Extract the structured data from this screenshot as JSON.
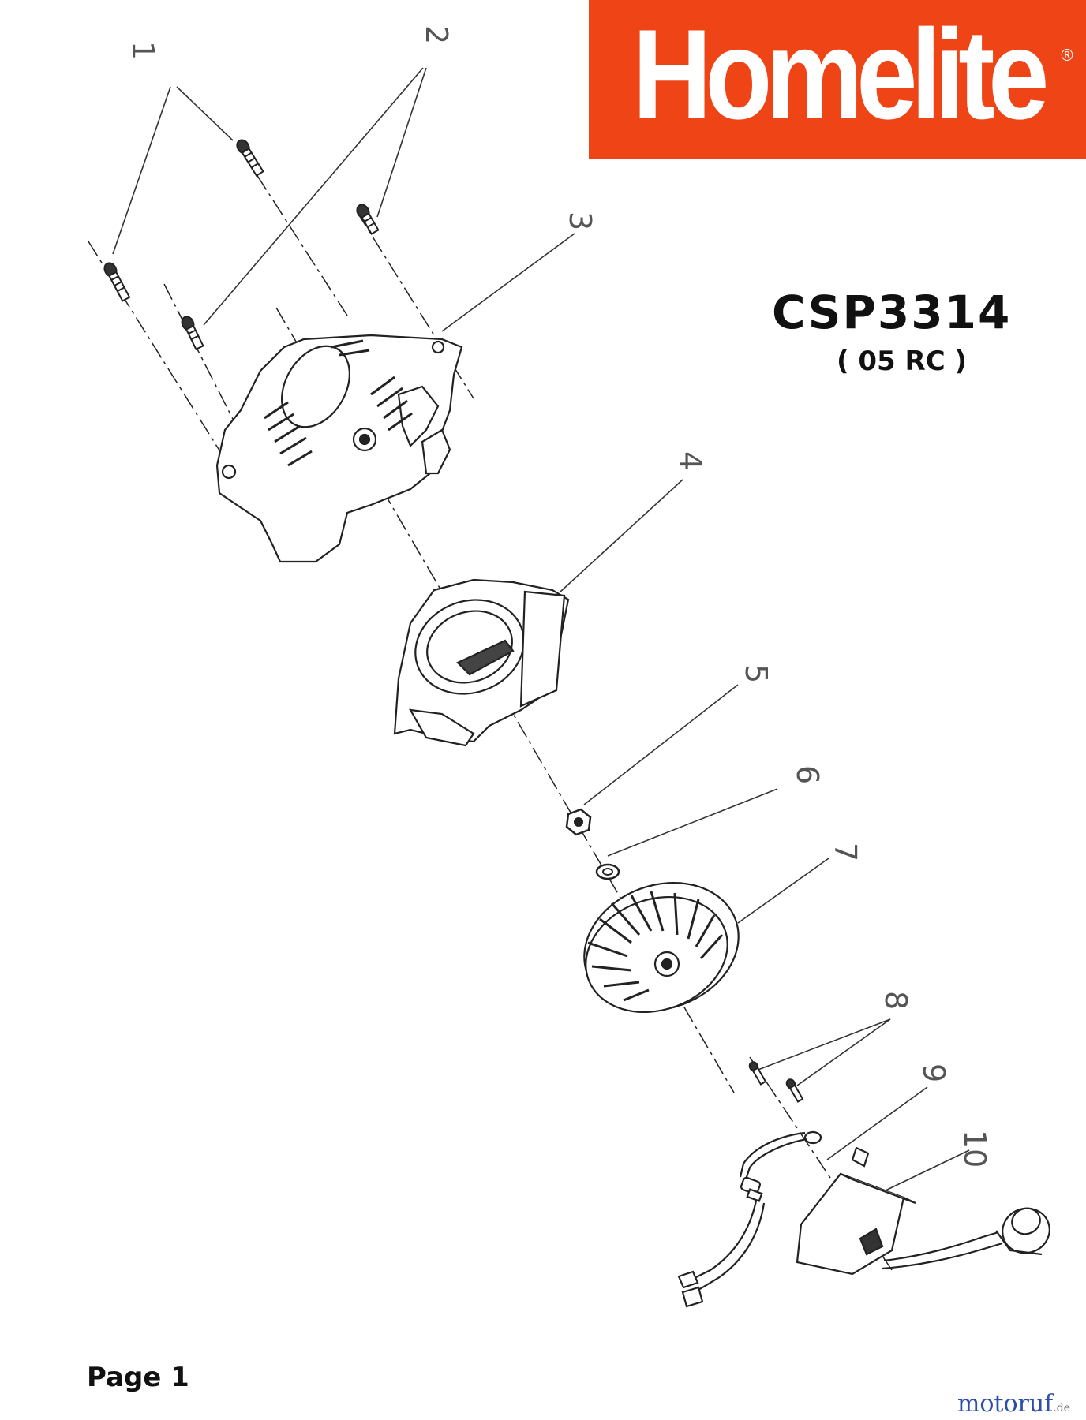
{
  "brand": {
    "name": "Homelite",
    "registered": "®",
    "color": "#ef4416"
  },
  "model": {
    "number": "CSP3314",
    "variant": "( 05 RC )"
  },
  "page_label": "Page 1",
  "watermark": {
    "name": "motoruf",
    "suffix": ".de",
    "color": "#2b4fa8"
  },
  "callouts": [
    "1",
    "2",
    "3",
    "4",
    "5",
    "6",
    "7",
    "8",
    "9",
    "10"
  ],
  "parts": [
    {
      "number": "1",
      "icon": "screw-icon"
    },
    {
      "number": "2",
      "icon": "screw-icon"
    },
    {
      "number": "3",
      "icon": "starter-housing-icon"
    },
    {
      "number": "4",
      "icon": "air-shroud-icon"
    },
    {
      "number": "5",
      "icon": "hex-nut-icon"
    },
    {
      "number": "6",
      "icon": "washer-icon"
    },
    {
      "number": "7",
      "icon": "flywheel-icon"
    },
    {
      "number": "8",
      "icon": "screw-icon"
    },
    {
      "number": "9",
      "icon": "ground-wire-icon"
    },
    {
      "number": "10",
      "icon": "ignition-module-icon"
    }
  ]
}
